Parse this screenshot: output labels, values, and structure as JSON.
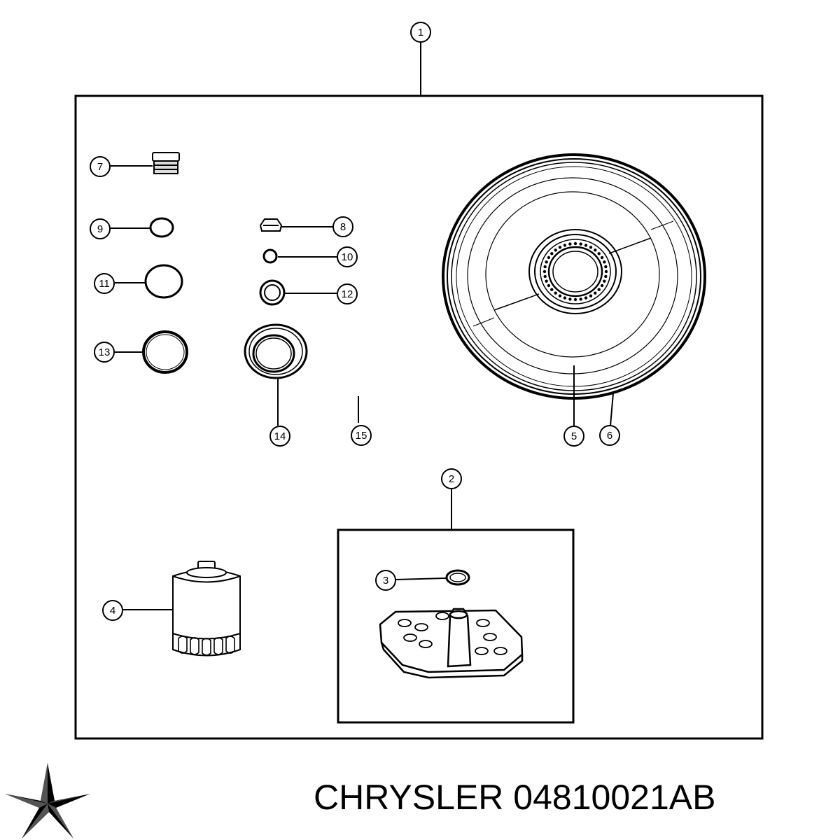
{
  "callouts": {
    "c1": "1",
    "c2": "2",
    "c3": "3",
    "c4": "4",
    "c5": "5",
    "c6": "6",
    "c7": "7",
    "c8": "8",
    "c9": "9",
    "c10": "10",
    "c11": "11",
    "c12": "12",
    "c13": "13",
    "c14": "14",
    "c15": "15"
  },
  "caption": {
    "brand": "CHRYSLER",
    "part_number": "04810021AB"
  },
  "logo": {
    "icon": "pentastar-logo"
  },
  "colors": {
    "ink": "#000000",
    "background": "#ffffff",
    "gray": "#555555"
  }
}
